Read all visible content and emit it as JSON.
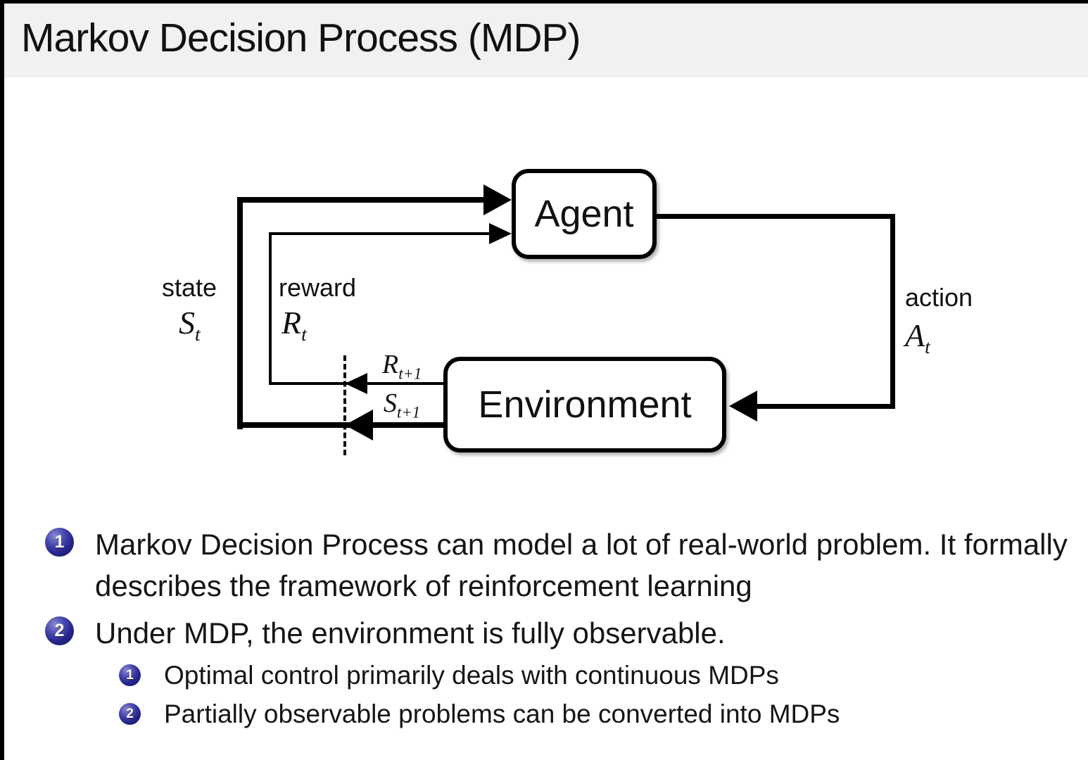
{
  "title": "Markov Decision Process (MDP)",
  "diagram": {
    "agent_label": "Agent",
    "environment_label": "Environment",
    "state": {
      "word": "state",
      "base": "S",
      "sub": "t"
    },
    "reward": {
      "word": "reward",
      "base": "R",
      "sub": "t"
    },
    "action": {
      "word": "action",
      "base": "A",
      "sub": "t"
    },
    "reward_next": {
      "base": "R",
      "sub": "t+1"
    },
    "state_next": {
      "base": "S",
      "sub": "t+1"
    }
  },
  "bullets": [
    {
      "num": "1",
      "text": "Markov Decision Process can model a lot of real-world problem. It formally describes the framework of reinforcement learning"
    },
    {
      "num": "2",
      "text": "Under MDP, the environment is fully observable.",
      "sub": [
        {
          "num": "1",
          "text": "Optimal control primarily deals with continuous MDPs"
        },
        {
          "num": "2",
          "text": "Partially observable problems can be converted into MDPs"
        }
      ]
    }
  ],
  "colors": {
    "header_bg": "#f0f1f0",
    "line": "#000000",
    "ball_dark": "#15155e"
  }
}
